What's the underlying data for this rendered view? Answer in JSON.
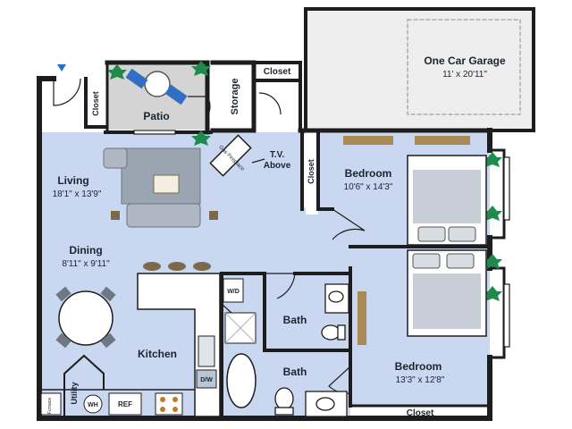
{
  "plan": {
    "garage": {
      "name": "One Car Garage",
      "size": "11' x 20'11\""
    },
    "patio": {
      "name": "Patio"
    },
    "storage": {
      "name": "Storage"
    },
    "closet_top": "Closet",
    "closet_left": "Closet",
    "closet_bed1": "Closet",
    "closet_bottom": "Closet",
    "living": {
      "name": "Living",
      "size": "18'1\" x 13'9\""
    },
    "dining": {
      "name": "Dining",
      "size": "8'11\" x 9'11\""
    },
    "kitchen": {
      "name": "Kitchen"
    },
    "bedroom1": {
      "name": "Bedroom",
      "size": "10'6\" x 14'3\""
    },
    "bedroom2": {
      "name": "Bedroom",
      "size": "13'3\" x 12'8\""
    },
    "bath1": "Bath",
    "bath2": "Bath",
    "tv_above": [
      "T.V.",
      "Above"
    ],
    "fireplace": "Gas Fireplace",
    "utility": "Utility",
    "furnace": "Furnace",
    "wh": "WH",
    "ref": "REF",
    "wd": "W/D",
    "dw": "D/W"
  },
  "colors": {
    "room": "#c9d8f0",
    "wall": "#1d1d1d",
    "garage": "#eeeeee",
    "patio": "#d4d4d4",
    "counter": "#ffffff",
    "furniture": "#8f9aa6",
    "plant": "#1f8a4c"
  }
}
